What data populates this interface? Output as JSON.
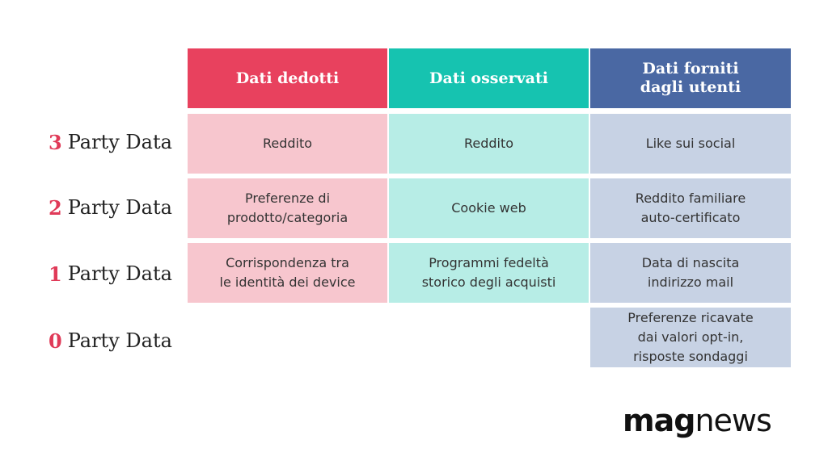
{
  "columns": [
    "Dati dedotti",
    "Dati osservati",
    "Dati forniti\ndagli utenti"
  ],
  "rows": [
    {
      "num": "3",
      "label": "Party Data",
      "cells": [
        "Reddito",
        "Reddito",
        "Like sui social"
      ]
    },
    {
      "num": "2",
      "label": "Party Data",
      "cells": [
        "Preferenze di\nprodotto/categoria",
        "Cookie web",
        "Reddito familiare\nauto-certificato"
      ]
    },
    {
      "num": "1",
      "label": "Party Data",
      "cells": [
        "Corrispondenza tra\nle identità dei device",
        "Programmi fedeltà\nstorico degli acquisti",
        "Data di nascita\nindirizzo mail"
      ]
    },
    {
      "num": "0",
      "label": "Party Data",
      "cells": [
        "",
        "",
        "Preferenze ricavate\ndai valori opt-in,\nrisposte sondaggi"
      ]
    }
  ],
  "logo": {
    "bold": "mag",
    "regular": "news"
  },
  "colors": {
    "col1_header": "#e8415e",
    "col2_header": "#16c3b0",
    "col3_header": "#4a68a3",
    "col1_cell": "#f7c6ce",
    "col2_cell": "#b7ede6",
    "col3_cell": "#c7d2e4",
    "number_accent": "#e03a58"
  }
}
